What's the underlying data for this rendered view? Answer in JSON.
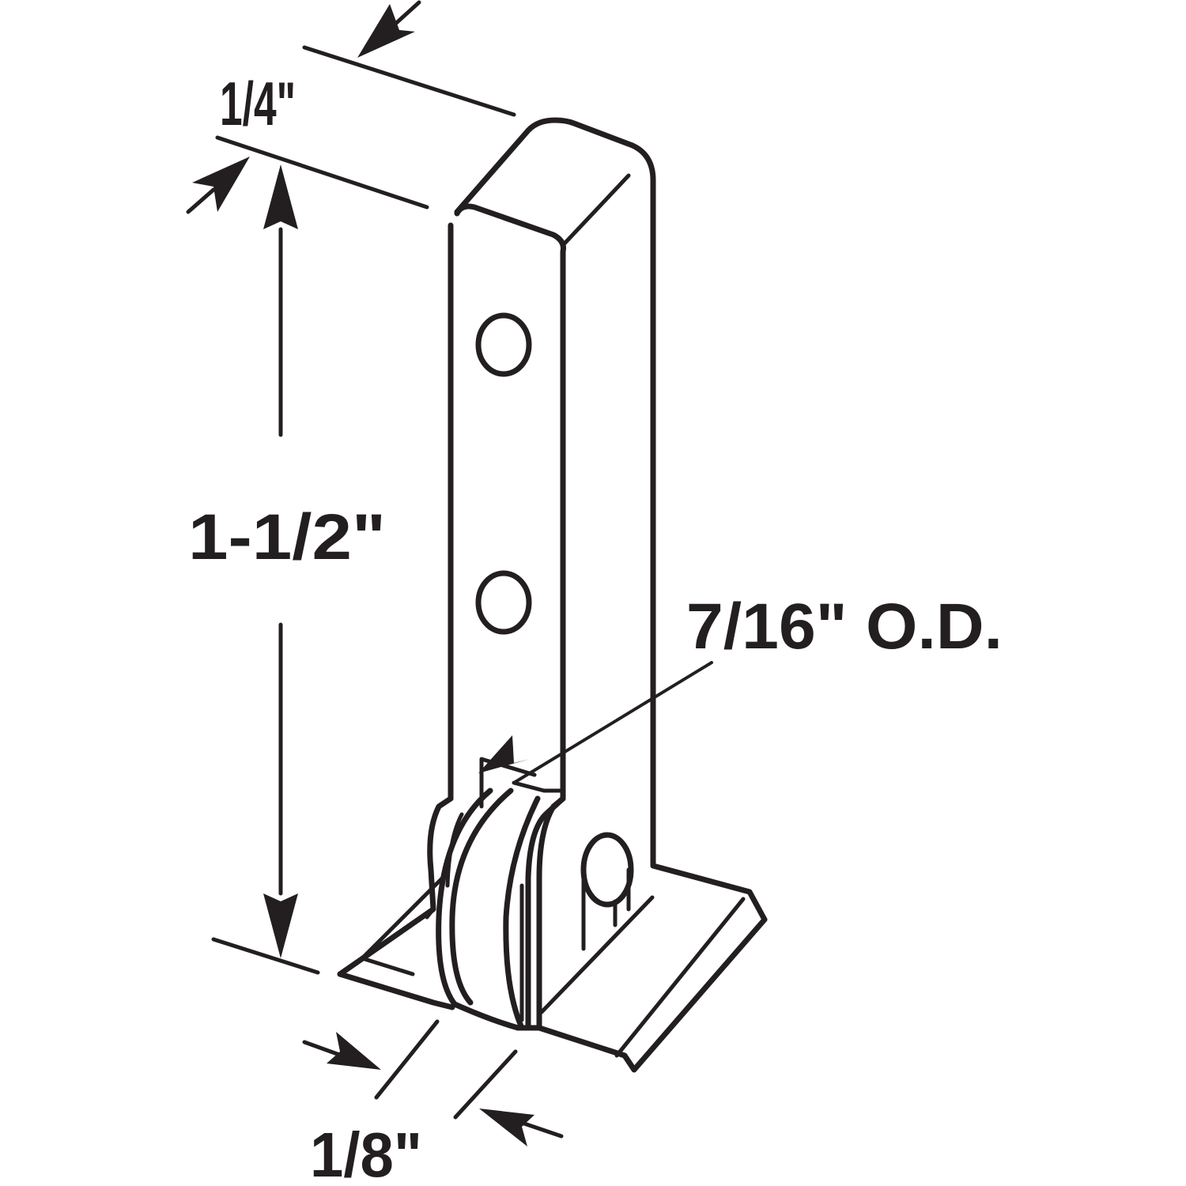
{
  "diagram": {
    "subject": "roller-guide-bracket",
    "colors": {
      "line": "#231f20",
      "background": "#ffffff"
    },
    "dimensions": {
      "width_top": {
        "label": "1/4\""
      },
      "height": {
        "label": "1-1/2\""
      },
      "wheel_diameter": {
        "label": "7/16\" O.D."
      },
      "wheel_thickness": {
        "label": "1/8\""
      }
    }
  }
}
